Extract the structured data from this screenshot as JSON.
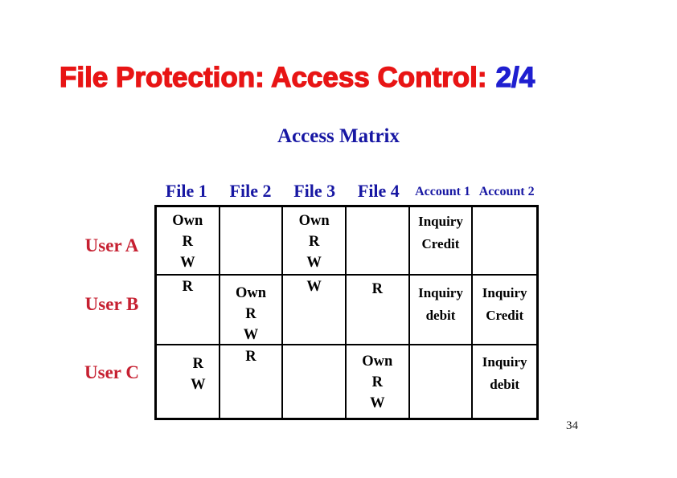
{
  "slide": {
    "title": {
      "main": "File Protection: Access Control:",
      "part": "2/4"
    },
    "subtitle": "Access Matrix",
    "page_number": "34",
    "colors": {
      "title_red": "#e81515",
      "title_blue": "#1f1fd0",
      "heading_blue": "#1717a3",
      "user_label_red": "#c62031",
      "cell_text": "#000000",
      "background": "#ffffff"
    }
  },
  "matrix": {
    "column_headers": [
      "File 1",
      "File 2",
      "File 3",
      "File 4",
      "Account 1",
      "Account 2"
    ],
    "rows": [
      {
        "user": "User A",
        "cells": [
          [
            "Own",
            "R",
            "W"
          ],
          [],
          [
            "Own",
            "R",
            "W"
          ],
          [],
          [
            "Inquiry",
            "Credit"
          ],
          []
        ]
      },
      {
        "user": "User B",
        "cells": [
          [
            "R"
          ],
          [
            "Own",
            "R",
            "W"
          ],
          [
            "W"
          ],
          [
            "R"
          ],
          [
            "Inquiry",
            "debit"
          ],
          [
            "Inquiry",
            "Credit"
          ]
        ]
      },
      {
        "user": "User C",
        "cells": [
          [
            "R",
            "W"
          ],
          [
            "R"
          ],
          [],
          [
            "Own",
            "R",
            "W"
          ],
          [],
          [
            "Inquiry",
            "debit"
          ]
        ]
      }
    ]
  }
}
